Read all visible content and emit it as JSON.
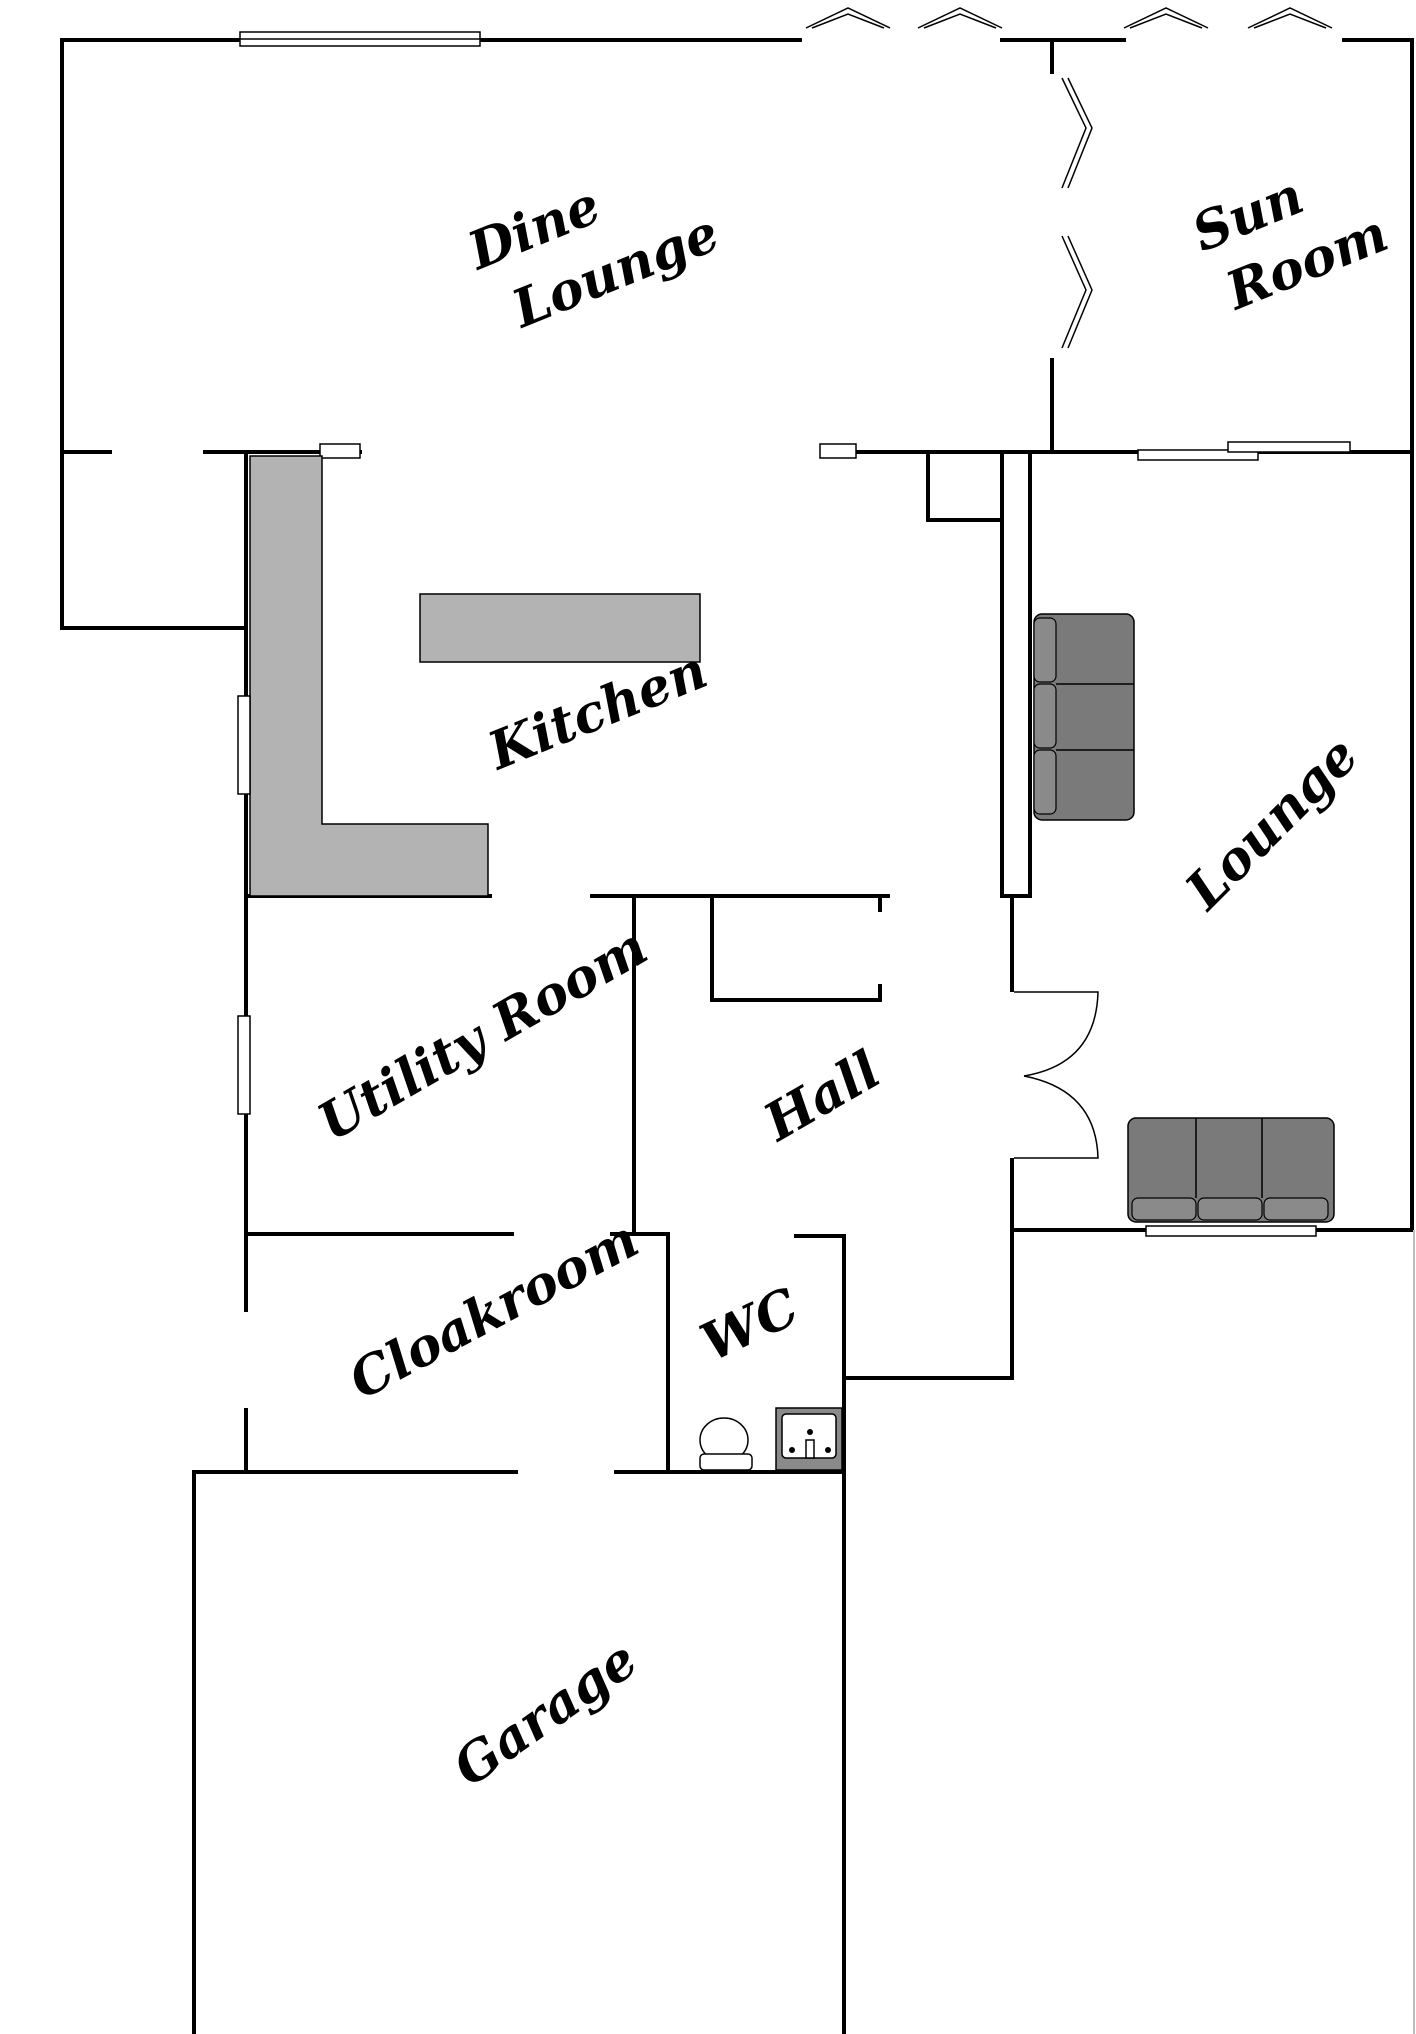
{
  "rooms": {
    "dine_lounge": {
      "line1": "Dine",
      "line2": "Lounge"
    },
    "sun_room": {
      "line1": "Sun",
      "line2": "Room"
    },
    "kitchen": "Kitchen",
    "lounge": "Lounge",
    "utility_room": "Utility Room",
    "hall": "Hall",
    "cloakroom": "Cloakroom",
    "wc": "WC",
    "garage": "Garage"
  },
  "colors": {
    "walls": "#000000",
    "counter": "#b3b3b3",
    "sofa": "#7a7a7a",
    "background": "#ffffff"
  }
}
